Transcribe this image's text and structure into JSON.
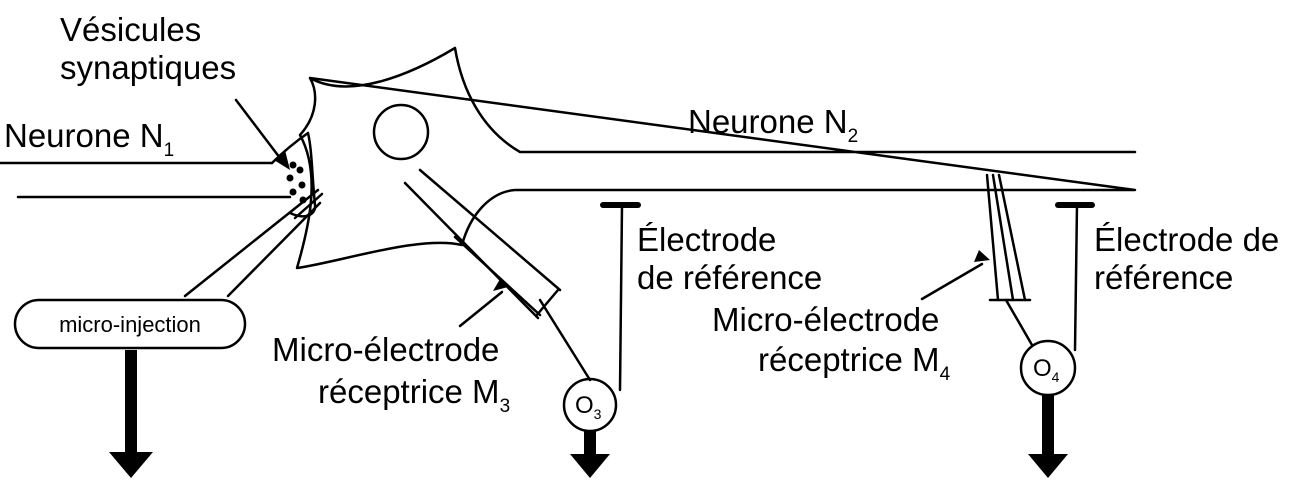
{
  "labels": {
    "vesicles_line1": "Vésicules",
    "vesicles_line2": "synaptiques",
    "neuron1_text": "Neurone N",
    "neuron1_sub": "1",
    "neuron2_text": "Neurone N",
    "neuron2_sub": "2",
    "ref_electrode_1_line1": "Électrode",
    "ref_electrode_1_line2": "de référence",
    "ref_electrode_2_line1": "Électrode de",
    "ref_electrode_2_line2": "référence",
    "micro_injection": "micro-injection",
    "m3_line1": "Micro-électrode",
    "m3_line2_text": "réceptrice M",
    "m3_sub": "3",
    "m4_line1": "Micro-électrode",
    "m4_line2_text": "réceptrice M",
    "m4_sub": "4",
    "o3_text": "O",
    "o3_sub": "3",
    "o4_text": "O",
    "o4_sub": "4"
  }
}
